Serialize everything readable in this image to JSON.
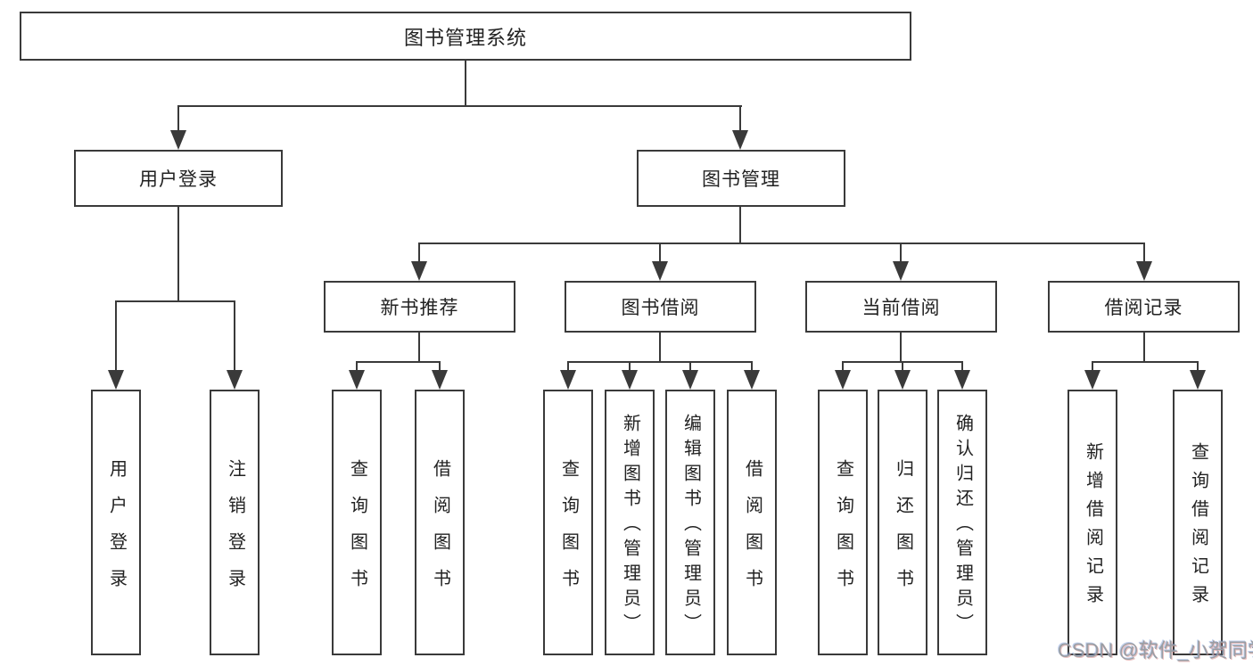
{
  "diagram": {
    "root": {
      "label": "图书管理系统"
    },
    "level2": [
      {
        "label": "用户登录",
        "parent": "图书管理系统"
      },
      {
        "label": "图书管理",
        "parent": "图书管理系统"
      }
    ],
    "level3": [
      {
        "label": "新书推荐",
        "parent": "图书管理"
      },
      {
        "label": "图书借阅",
        "parent": "图书管理"
      },
      {
        "label": "当前借阅",
        "parent": "图书管理"
      },
      {
        "label": "借阅记录",
        "parent": "图书管理"
      }
    ],
    "leaves": [
      {
        "label": "用户登录",
        "parent": "用户登录"
      },
      {
        "label": "注销登录",
        "parent": "用户登录"
      },
      {
        "label": "查询图书",
        "parent": "新书推荐"
      },
      {
        "label": "借阅图书",
        "parent": "新书推荐"
      },
      {
        "label": "查询图书",
        "parent": "图书借阅"
      },
      {
        "label": "新增图书（管理员）",
        "parent": "图书借阅"
      },
      {
        "label": "编辑图书（管理员）",
        "parent": "图书借阅"
      },
      {
        "label": "借阅图书",
        "parent": "图书借阅"
      },
      {
        "label": "查询图书",
        "parent": "当前借阅"
      },
      {
        "label": "归还图书",
        "parent": "当前借阅"
      },
      {
        "label": "确认归还（管理员）",
        "parent": "当前借阅"
      },
      {
        "label": "新增借阅记录",
        "parent": "借阅记录"
      },
      {
        "label": "查询借阅记录",
        "parent": "借阅记录"
      }
    ],
    "colors": {
      "line": "#3a3a3a",
      "text": "#222222",
      "background": "#ffffff",
      "watermark": "#999ea4"
    }
  },
  "watermark": {
    "text": "CSDN @软件_小贺同学"
  }
}
